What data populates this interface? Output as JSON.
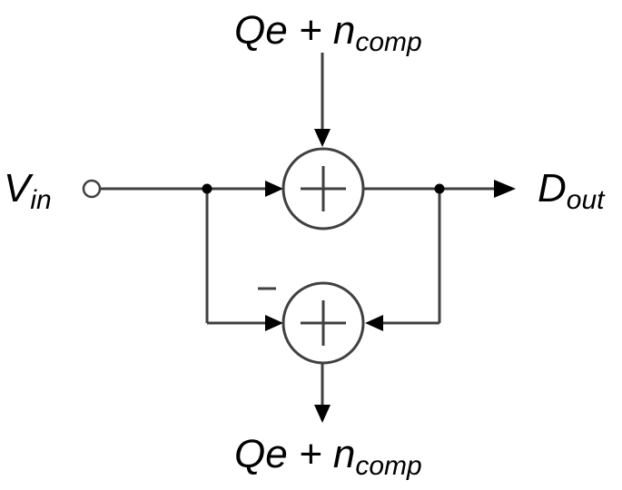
{
  "input_label": {
    "main": "V",
    "sub": "in"
  },
  "output_label": {
    "main": "D",
    "sub": "out"
  },
  "top_label": {
    "main": "Qe + n",
    "sub": "comp"
  },
  "bottom_label": {
    "main": "Qe + n",
    "sub": "comp"
  },
  "minus_sign": "–"
}
